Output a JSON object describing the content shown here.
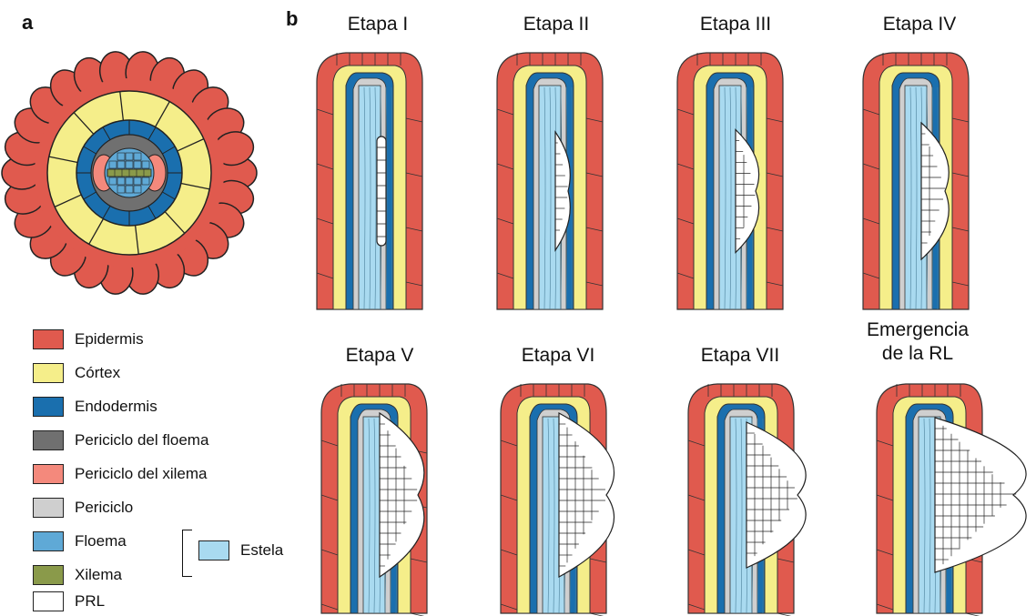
{
  "panels": {
    "a": "a",
    "b": "b"
  },
  "stages": [
    {
      "title": "Etapa I"
    },
    {
      "title": "Etapa II"
    },
    {
      "title": "Etapa III"
    },
    {
      "title": "Etapa IV"
    },
    {
      "title": "Etapa V"
    },
    {
      "title": "Etapa VI"
    },
    {
      "title": "Etapa VII"
    },
    {
      "title": "Emergencia de la RL"
    }
  ],
  "legend": [
    {
      "label": "Epidermis",
      "color": "#e05a4e"
    },
    {
      "label": "Córtex",
      "color": "#f5ee8a"
    },
    {
      "label": "Endodermis",
      "color": "#1a6fae"
    },
    {
      "label": "Periciclo del floema",
      "color": "#707070"
    },
    {
      "label": "Periciclo del xilema",
      "color": "#f4897c"
    },
    {
      "label": "Periciclo",
      "color": "#cfcfcf"
    },
    {
      "label": "Floema",
      "color": "#5fa9d6"
    },
    {
      "label": "Xilema",
      "color": "#8a9a4a"
    },
    {
      "label": "PRL",
      "color": "#ffffff"
    }
  ],
  "estela": {
    "label": "Estela",
    "color": "#a9daf0"
  }
}
